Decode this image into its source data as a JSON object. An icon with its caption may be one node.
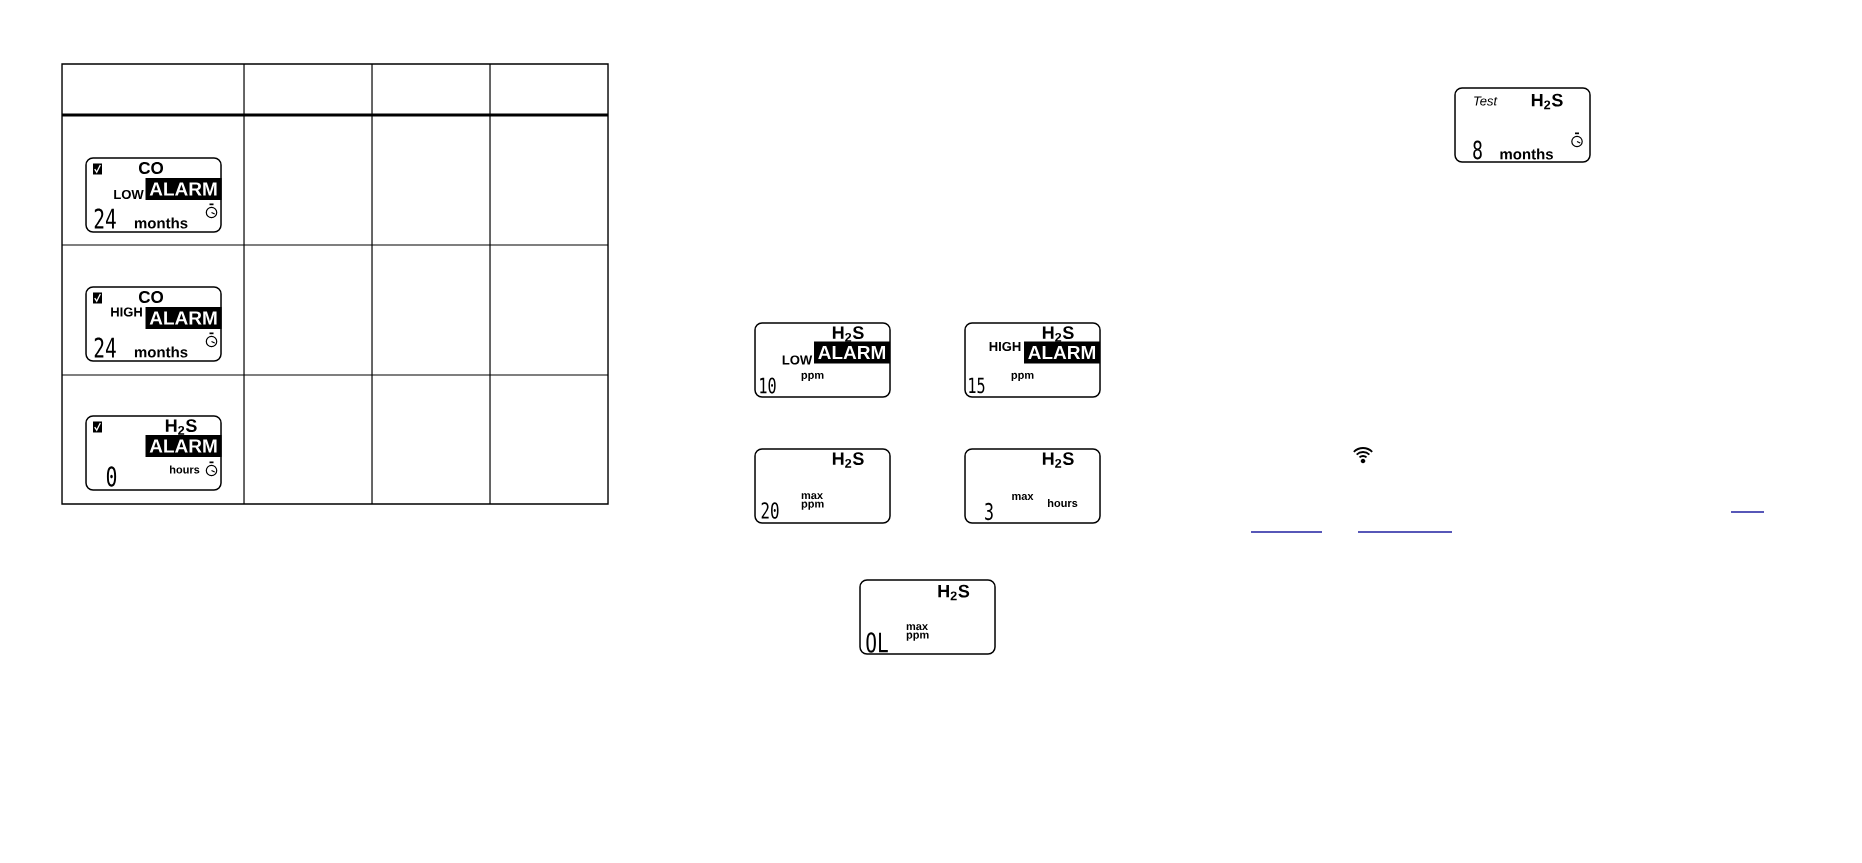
{
  "diagram": {
    "nodes": [
      {
        "text": [
          "CO",
          "LOW",
          "ALARM",
          "24",
          "months"
        ]
      },
      {
        "text": [
          "CO",
          "HIGH",
          "ALARM",
          "24",
          "months"
        ]
      },
      {
        "text": [
          "H$_{2}$S",
          "ALARM",
          "0",
          "hours"
        ]
      },
      {
        "text": [
          "H$_{2}$S",
          "LOW",
          "ALARM",
          "10",
          "ppm"
        ]
      },
      {
        "text": [
          "H$_{2}$S",
          "HIGH",
          "ALARM",
          "15",
          "ppm"
        ]
      },
      {
        "text": [
          "H$_{2}$S",
          "20",
          "max ppm"
        ]
      },
      {
        "text": [
          "H$_{2}$S",
          "3",
          "max",
          "hours"
        ]
      },
      {
        "text": [
          "H$_{2}$S",
          "OL",
          "max ppm"
        ]
      },
      {
        "text": [
          "Test",
          "H$_{2}$S",
          "8",
          "months"
        ]
      }
    ]
  }
}
